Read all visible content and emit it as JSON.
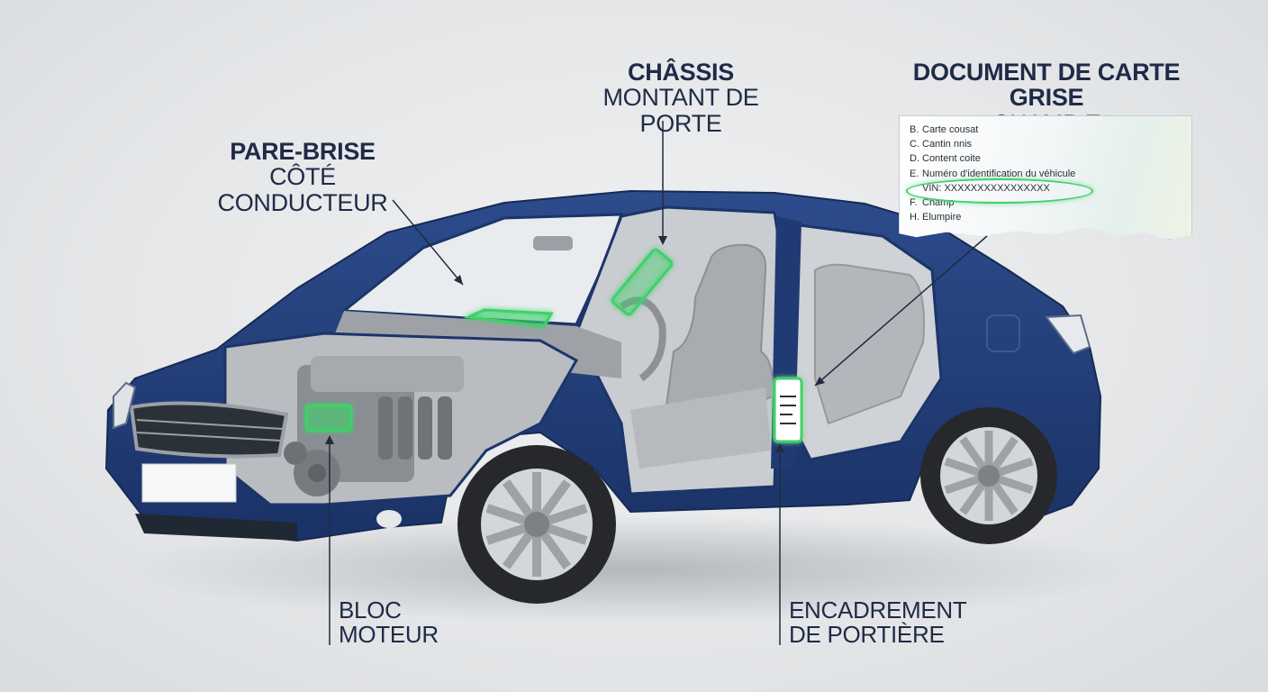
{
  "labels": {
    "windshield": {
      "title": "PARE-BRISE",
      "subtitle": "CÔTÉ CONDUCTEUR"
    },
    "chassis": {
      "title": "CHÂSSIS",
      "subtitle": "MONTANT DE PORTE"
    },
    "document": {
      "title": "DOCUMENT DE CARTE GRISE",
      "subtitle": "CHAMP E"
    },
    "engine": {
      "line1": "BLOC",
      "line2": "MOTEUR"
    },
    "door_frame": {
      "line1": "ENCADREMENT",
      "line2": "DE PORTIÈRE"
    }
  },
  "document_fields": [
    {
      "key": "B.",
      "text": "Carte cousat"
    },
    {
      "key": "C.",
      "text": "Cantin nnis"
    },
    {
      "key": "D.",
      "text": "Content coite"
    },
    {
      "key": "E.",
      "text": "Numéro d'identification du véhicule"
    },
    {
      "key": "",
      "text": "VIN: XXXXXXXXXXXXXXXX"
    },
    {
      "key": "F.",
      "text": "Champ"
    },
    {
      "key": "H.",
      "text": "Elumpire"
    }
  ],
  "colors": {
    "car_body": "#233f7a",
    "highlight": "#3fd06a",
    "label_text": "#1f2b47",
    "interior_gray": "#b9bcc0"
  }
}
